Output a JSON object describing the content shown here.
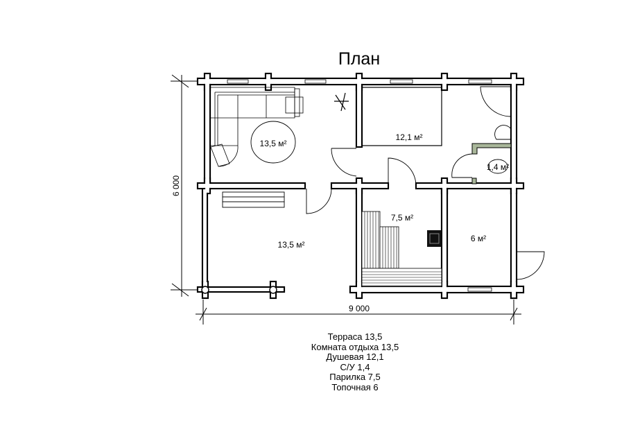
{
  "title": "План",
  "dimensions": {
    "height": "6 000",
    "width": "9 000"
  },
  "rooms": {
    "lounge": "13,5 м²",
    "terrace": "13,5 м²",
    "shower": "12,1 м²",
    "wc": "1,4 м²",
    "sauna": "7,5 м²",
    "furnace": "6 м²"
  },
  "legend": [
    "Терраса 13,5",
    "Комната отдыха 13,5",
    "Душевая 12,1",
    "С/У 1,4",
    "Парилка 7,5",
    "Топочная 6"
  ],
  "colors": {
    "line": "#000000",
    "partition": "#a9b79a"
  }
}
